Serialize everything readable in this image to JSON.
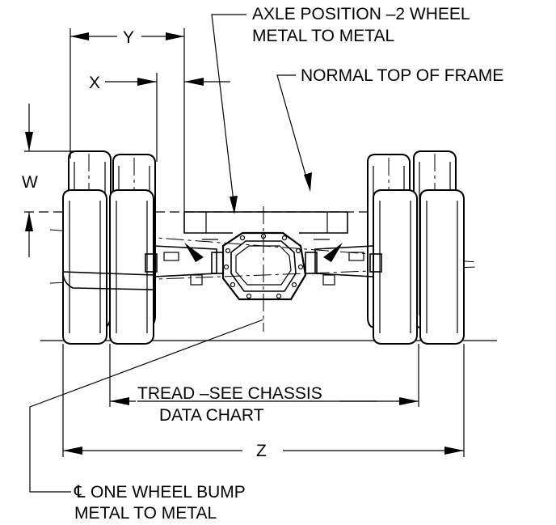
{
  "labels": {
    "axle_position": [
      "AXLE POSITION –2 WHEEL",
      "METAL TO METAL"
    ],
    "normal_top_of_frame": "NORMAL TOP OF FRAME",
    "dim_y": "Y",
    "dim_x": "X",
    "dim_w": "W",
    "dim_z": "Z",
    "tread": [
      "TREAD –SEE CHASSIS",
      "DATA CHART"
    ],
    "one_wheel_bump": [
      "ONE WHEEL BUMP",
      "METAL TO METAL"
    ],
    "centerline_symbol": "℄"
  }
}
